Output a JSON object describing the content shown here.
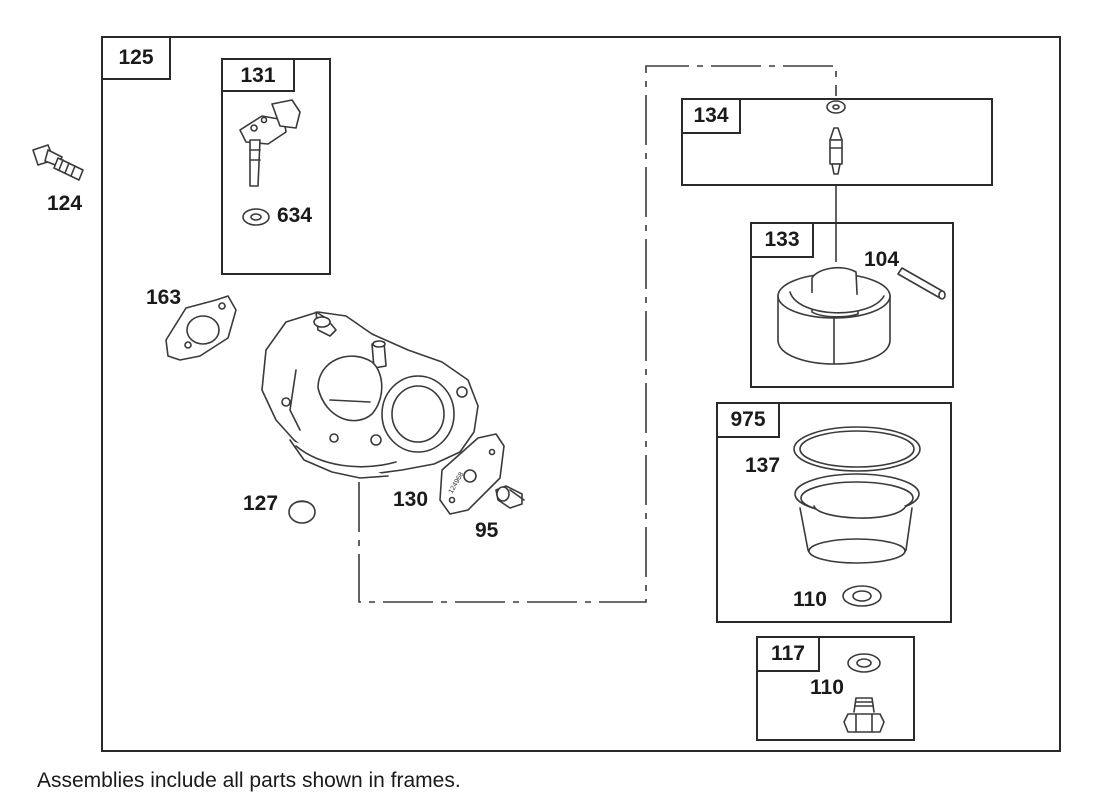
{
  "frames": {
    "f125": "125",
    "f131": "131",
    "f134": "134",
    "f133": "133",
    "f975": "975",
    "f117": "117"
  },
  "labels": {
    "l124": "124",
    "l634": "634",
    "l163": "163",
    "l127": "127",
    "l130": "130",
    "l95": "95",
    "l104": "104",
    "l137": "137",
    "l110a": "110",
    "l110b": "110"
  },
  "plate_text": "124968",
  "footnote": "Assemblies include all parts shown in frames."
}
